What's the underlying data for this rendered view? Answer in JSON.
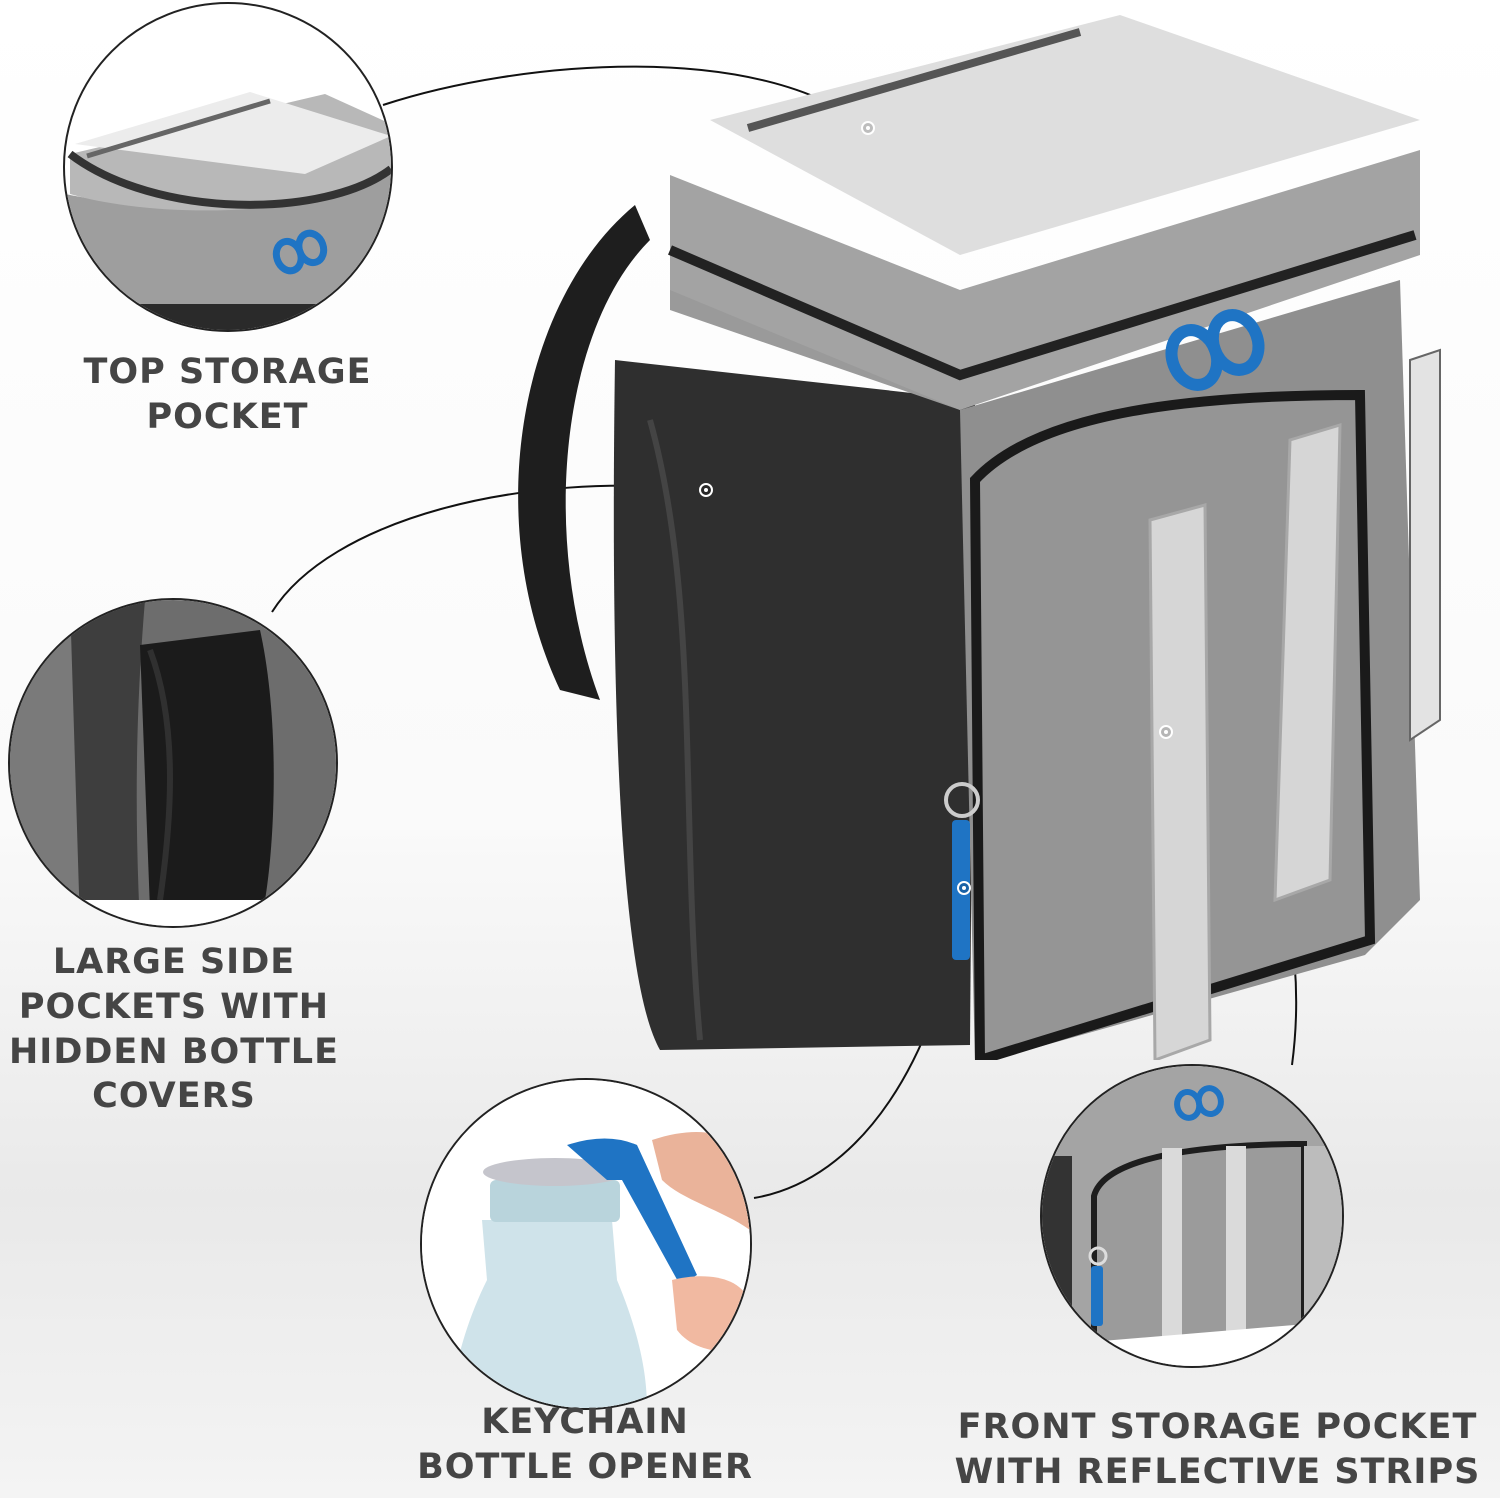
{
  "product": {
    "type": "insulated cooler backpack",
    "brand_logo": "infinity-logo",
    "colors": {
      "body": "#8f8f8f",
      "lid": "#d9d9d9",
      "logo": "#1f74c4",
      "trim": "#2a2a2a",
      "opener": "#1f74c4",
      "label_text": "#454545"
    }
  },
  "features": [
    {
      "id": "top-storage",
      "label_line1": "TOP STORAGE",
      "label_line2": "POCKET"
    },
    {
      "id": "side-pockets",
      "label_line1": "LARGE SIDE",
      "label_line2": "POCKETS WITH",
      "label_line3": "HIDDEN BOTTLE",
      "label_line4": "COVERS"
    },
    {
      "id": "bottle-opener",
      "label_line1": "KEYCHAIN",
      "label_line2": "BOTTLE OPENER"
    },
    {
      "id": "front-pocket",
      "label_line1": "FRONT STORAGE POCKET",
      "label_line2": "WITH REFLECTIVE STRIPS"
    }
  ]
}
